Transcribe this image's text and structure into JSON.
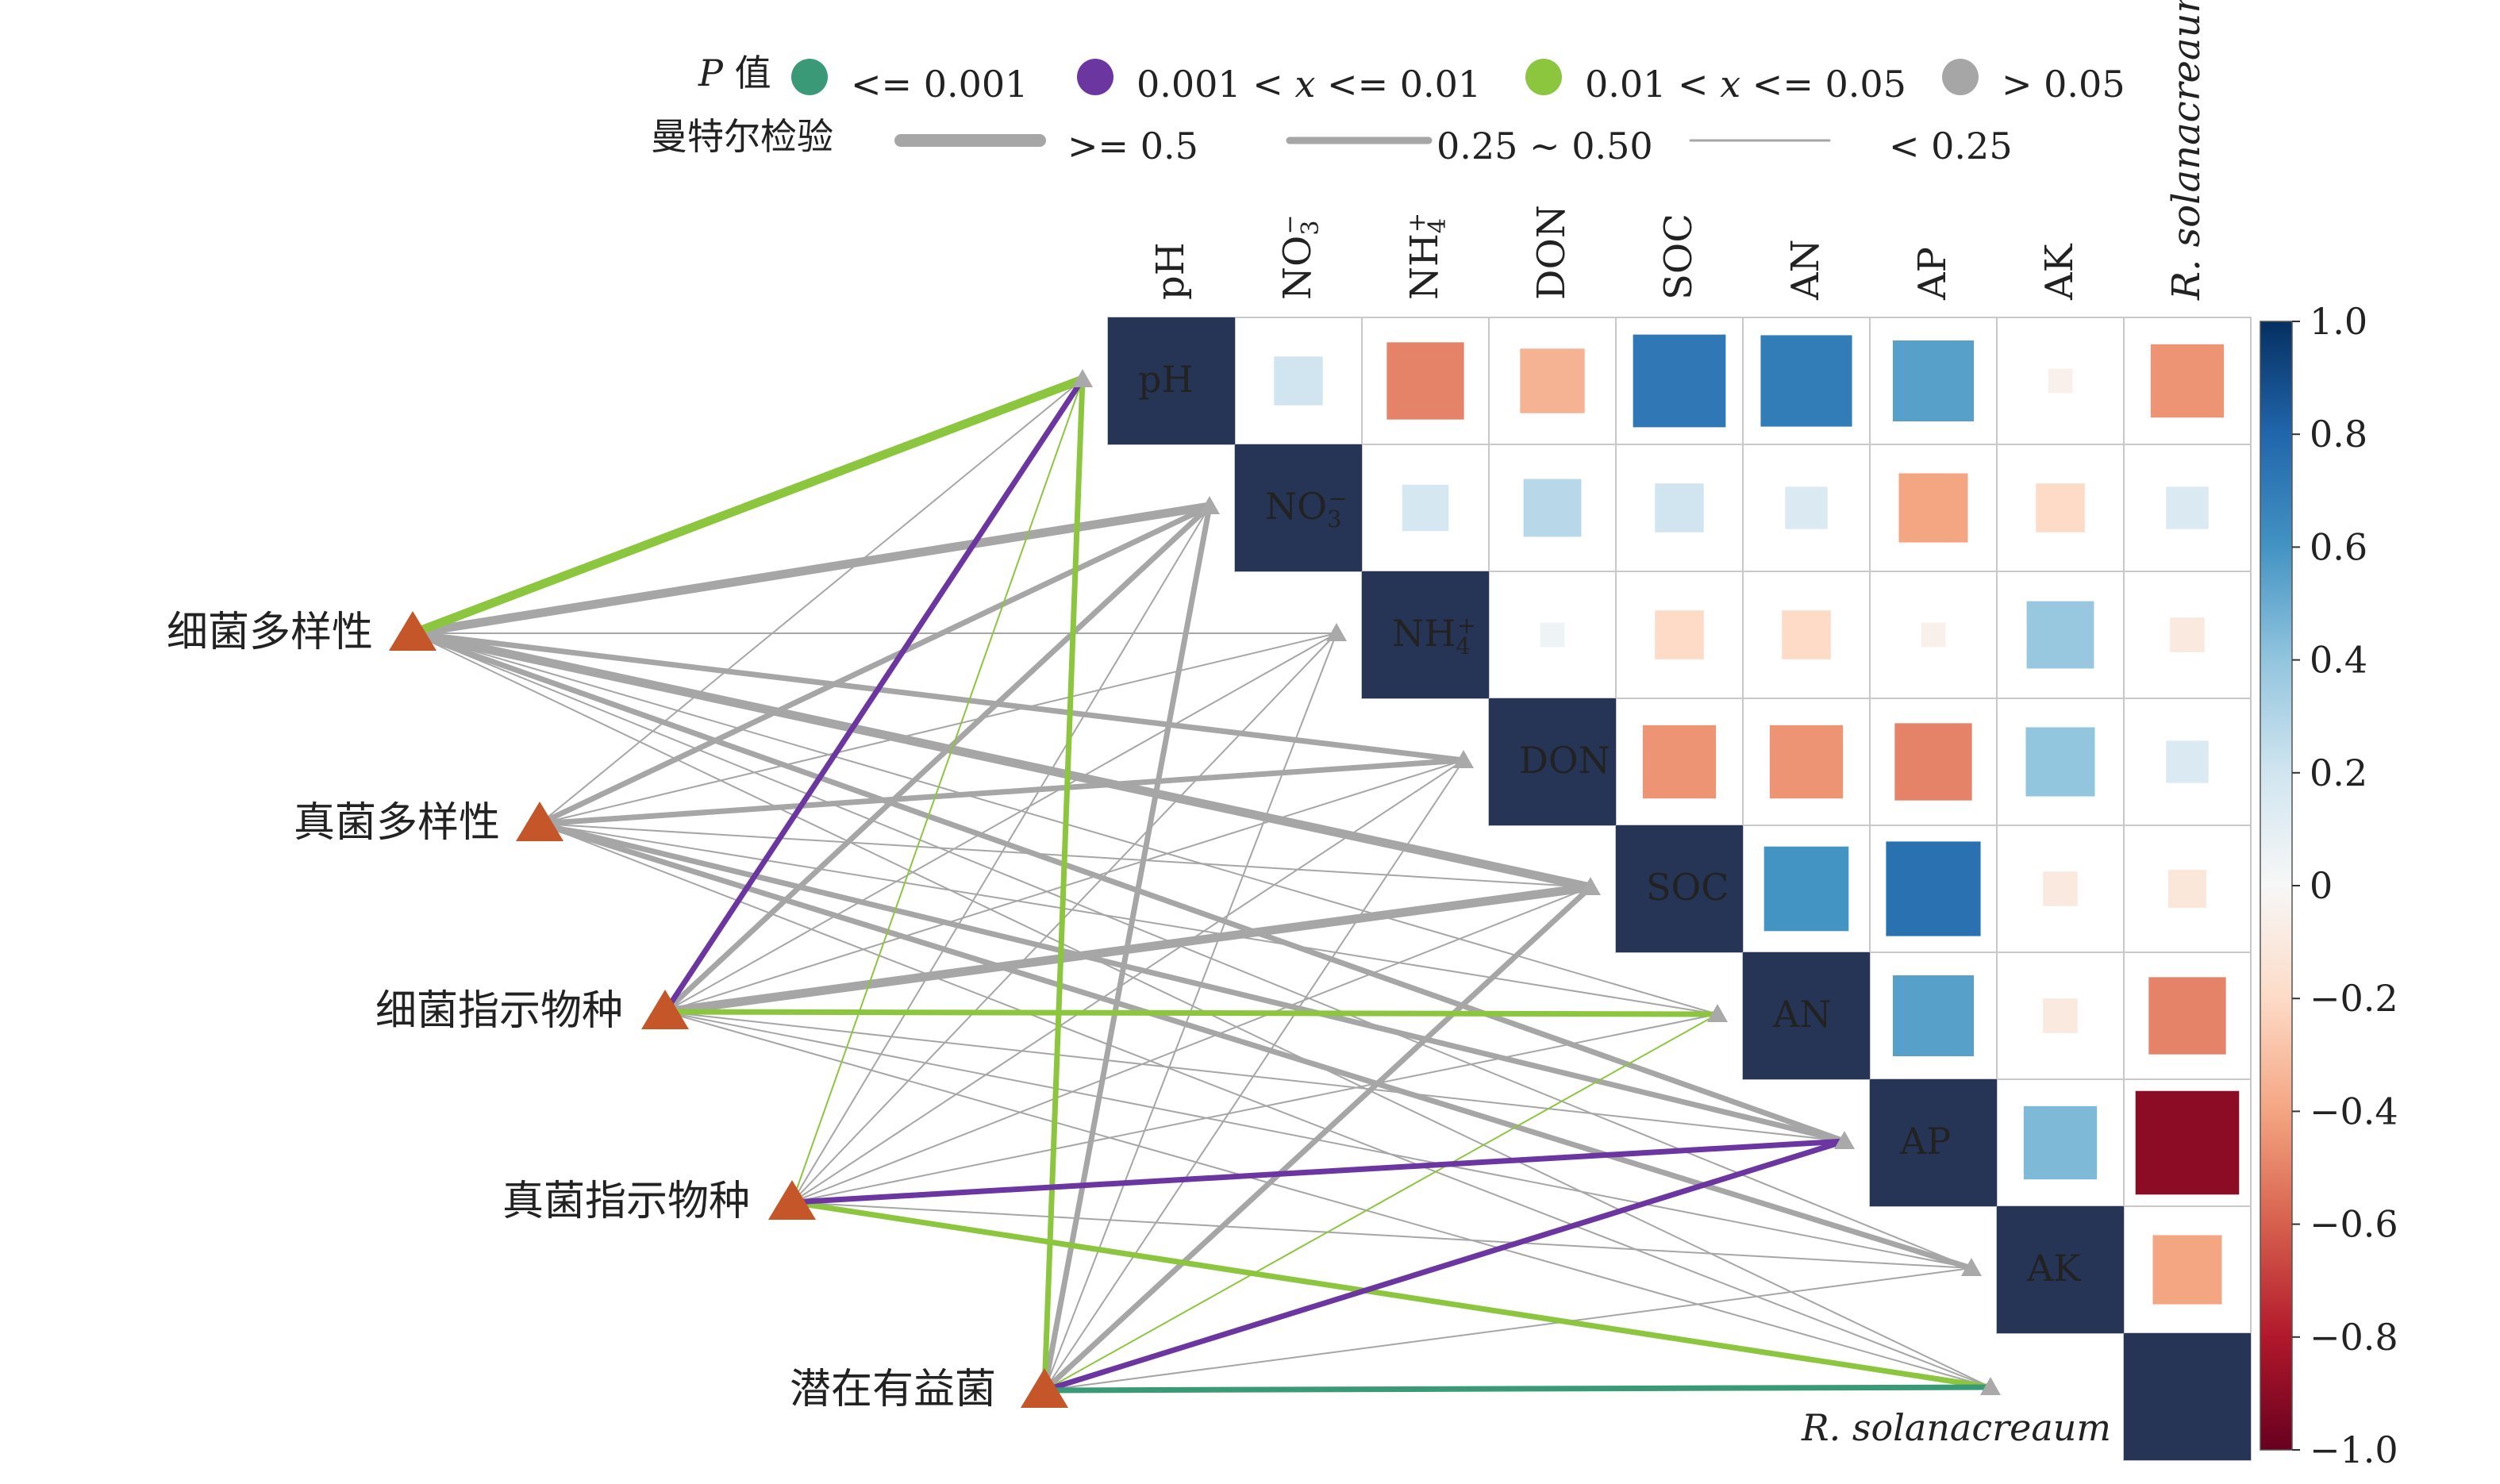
{
  "chart_data": {
    "type": "heatmap",
    "title": "",
    "variables": [
      "pH",
      "NO3-",
      "NH4+",
      "DON",
      "SOC",
      "AN",
      "AP",
      "AK",
      "R. solanacreaum"
    ],
    "variable_labels": [
      {
        "base": "pH",
        "sup": "",
        "sub": ""
      },
      {
        "base": "NO",
        "sup": "−",
        "sub": "3"
      },
      {
        "base": "NH",
        "sup": "+",
        "sub": "4"
      },
      {
        "base": "DON",
        "sup": "",
        "sub": ""
      },
      {
        "base": "SOC",
        "sup": "",
        "sub": ""
      },
      {
        "base": "AN",
        "sup": "",
        "sub": ""
      },
      {
        "base": "AP",
        "sup": "",
        "sub": ""
      },
      {
        "base": "AK",
        "sup": "",
        "sub": ""
      },
      {
        "base": "R. solanacreaum",
        "sup": "",
        "sub": "",
        "italic": true
      }
    ],
    "correlation_upper": [
      [
        1.0,
        0.2,
        -0.5,
        -0.35,
        0.72,
        0.7,
        0.55,
        -0.05,
        -0.45
      ],
      [
        null,
        1.0,
        0.18,
        0.28,
        0.2,
        0.15,
        -0.4,
        -0.2,
        0.15
      ],
      [
        null,
        null,
        1.0,
        0.05,
        -0.2,
        -0.2,
        -0.05,
        0.38,
        -0.1
      ],
      [
        null,
        null,
        null,
        1.0,
        -0.45,
        -0.45,
        -0.5,
        0.4,
        0.15
      ],
      [
        null,
        null,
        null,
        null,
        1.0,
        0.6,
        0.75,
        -0.1,
        -0.12
      ],
      [
        null,
        null,
        null,
        null,
        null,
        1.0,
        0.55,
        -0.1,
        -0.5
      ],
      [
        null,
        null,
        null,
        null,
        null,
        null,
        1.0,
        0.45,
        -0.9
      ],
      [
        null,
        null,
        null,
        null,
        null,
        null,
        null,
        1.0,
        -0.4
      ],
      [
        null,
        null,
        null,
        null,
        null,
        null,
        null,
        null,
        1.0
      ]
    ],
    "colorbar": {
      "min": -1.0,
      "max": 1.0,
      "ticks": [
        "1.0",
        "0.8",
        "0.6",
        "0.4",
        "0.2",
        "0",
        "−0.2",
        "−0.4",
        "−0.6",
        "−0.8",
        "−1.0"
      ]
    },
    "groups": [
      "细菌多样性",
      "真菌多样性",
      "细菌指示物种",
      "真菌指示物种",
      "潜在有益菌"
    ],
    "mantel_links": [
      {
        "from": 0,
        "to": 0,
        "p": "0.01-0.05",
        "r": ">=0.5"
      },
      {
        "from": 0,
        "to": 1,
        "p": ">0.05",
        "r": ">=0.5"
      },
      {
        "from": 0,
        "to": 2,
        "p": ">0.05",
        "r": "<0.25"
      },
      {
        "from": 0,
        "to": 3,
        "p": ">0.05",
        "r": "0.25-0.50"
      },
      {
        "from": 0,
        "to": 4,
        "p": ">0.05",
        "r": ">=0.5"
      },
      {
        "from": 0,
        "to": 5,
        "p": ">0.05",
        "r": "<0.25"
      },
      {
        "from": 0,
        "to": 6,
        "p": ">0.05",
        "r": "0.25-0.50"
      },
      {
        "from": 0,
        "to": 7,
        "p": ">0.05",
        "r": "<0.25"
      },
      {
        "from": 0,
        "to": 8,
        "p": ">0.05",
        "r": "<0.25"
      },
      {
        "from": 1,
        "to": 0,
        "p": ">0.05",
        "r": "<0.25"
      },
      {
        "from": 1,
        "to": 1,
        "p": ">0.05",
        "r": "0.25-0.50"
      },
      {
        "from": 1,
        "to": 2,
        "p": ">0.05",
        "r": "<0.25"
      },
      {
        "from": 1,
        "to": 3,
        "p": ">0.05",
        "r": "0.25-0.50"
      },
      {
        "from": 1,
        "to": 4,
        "p": ">0.05",
        "r": "<0.25"
      },
      {
        "from": 1,
        "to": 5,
        "p": ">0.05",
        "r": "<0.25"
      },
      {
        "from": 1,
        "to": 6,
        "p": ">0.05",
        "r": "0.25-0.50"
      },
      {
        "from": 1,
        "to": 7,
        "p": ">0.05",
        "r": "0.25-0.50"
      },
      {
        "from": 1,
        "to": 8,
        "p": ">0.05",
        "r": "<0.25"
      },
      {
        "from": 2,
        "to": 0,
        "p": "0.001-0.01",
        "r": "0.25-0.50"
      },
      {
        "from": 2,
        "to": 1,
        "p": ">0.05",
        "r": "0.25-0.50"
      },
      {
        "from": 2,
        "to": 2,
        "p": ">0.05",
        "r": "<0.25"
      },
      {
        "from": 2,
        "to": 3,
        "p": ">0.05",
        "r": "<0.25"
      },
      {
        "from": 2,
        "to": 4,
        "p": ">0.05",
        "r": ">=0.5"
      },
      {
        "from": 2,
        "to": 5,
        "p": "0.01-0.05",
        "r": "0.25-0.50"
      },
      {
        "from": 2,
        "to": 6,
        "p": ">0.05",
        "r": "<0.25"
      },
      {
        "from": 2,
        "to": 7,
        "p": ">0.05",
        "r": "<0.25"
      },
      {
        "from": 2,
        "to": 8,
        "p": ">0.05",
        "r": "<0.25"
      },
      {
        "from": 3,
        "to": 0,
        "p": "0.01-0.05",
        "r": "<0.25"
      },
      {
        "from": 3,
        "to": 1,
        "p": ">0.05",
        "r": "<0.25"
      },
      {
        "from": 3,
        "to": 2,
        "p": ">0.05",
        "r": "<0.25"
      },
      {
        "from": 3,
        "to": 3,
        "p": ">0.05",
        "r": "<0.25"
      },
      {
        "from": 3,
        "to": 4,
        "p": ">0.05",
        "r": "<0.25"
      },
      {
        "from": 3,
        "to": 5,
        "p": ">0.05",
        "r": "<0.25"
      },
      {
        "from": 3,
        "to": 6,
        "p": "0.001-0.01",
        "r": "0.25-0.50"
      },
      {
        "from": 3,
        "to": 7,
        "p": ">0.05",
        "r": "<0.25"
      },
      {
        "from": 3,
        "to": 8,
        "p": "0.01-0.05",
        "r": "0.25-0.50"
      },
      {
        "from": 4,
        "to": 0,
        "p": "0.01-0.05",
        "r": "0.25-0.50"
      },
      {
        "from": 4,
        "to": 1,
        "p": ">0.05",
        "r": "0.25-0.50"
      },
      {
        "from": 4,
        "to": 2,
        "p": ">0.05",
        "r": "<0.25"
      },
      {
        "from": 4,
        "to": 3,
        "p": ">0.05",
        "r": "<0.25"
      },
      {
        "from": 4,
        "to": 4,
        "p": ">0.05",
        "r": "0.25-0.50"
      },
      {
        "from": 4,
        "to": 5,
        "p": "0.01-0.05",
        "r": "<0.25"
      },
      {
        "from": 4,
        "to": 6,
        "p": "0.001-0.01",
        "r": "0.25-0.50"
      },
      {
        "from": 4,
        "to": 7,
        "p": ">0.05",
        "r": "<0.25"
      },
      {
        "from": 4,
        "to": 8,
        "p": "<=0.001",
        "r": "0.25-0.50"
      }
    ]
  },
  "legend": {
    "p_title_italic": "P",
    "p_title_rest": " 值",
    "p_items": [
      {
        "key": "<=0.001",
        "parts": [
          {
            "t": "<= 0.001",
            "i": false
          }
        ],
        "color": "#3a9a78"
      },
      {
        "key": "0.001-0.01",
        "parts": [
          {
            "t": "0.001 < ",
            "i": false
          },
          {
            "t": "x",
            "i": true
          },
          {
            "t": " <= 0.01",
            "i": false
          }
        ],
        "color": "#6b36a0"
      },
      {
        "key": "0.01-0.05",
        "parts": [
          {
            "t": "0.01 < ",
            "i": false
          },
          {
            "t": "x",
            "i": true
          },
          {
            "t": " <= 0.05",
            "i": false
          }
        ],
        "color": "#8cc63f"
      },
      {
        "key": ">0.05",
        "parts": [
          {
            "t": "> 0.05",
            "i": false
          }
        ],
        "color": "#a6a6a6"
      }
    ],
    "mantel_title": "曼特尔检验",
    "mantel_items": [
      {
        "key": ">=0.5",
        "label": ">= 0.5"
      },
      {
        "key": "0.25-0.50",
        "label": "0.25 ~ 0.50"
      },
      {
        "key": "<0.25",
        "label": "< 0.25"
      }
    ]
  },
  "colors": {
    "triangle": "#c4562a",
    "node_marker": "#a9a9a9",
    "grid": "#c8c8c8",
    "cmap": [
      "#67001f",
      "#b2182b",
      "#d6604d",
      "#f4a582",
      "#fddbc7",
      "#f7f7f7",
      "#d1e5f0",
      "#92c5de",
      "#4393c3",
      "#2166ac",
      "#053061"
    ],
    "diag": "#263556"
  }
}
